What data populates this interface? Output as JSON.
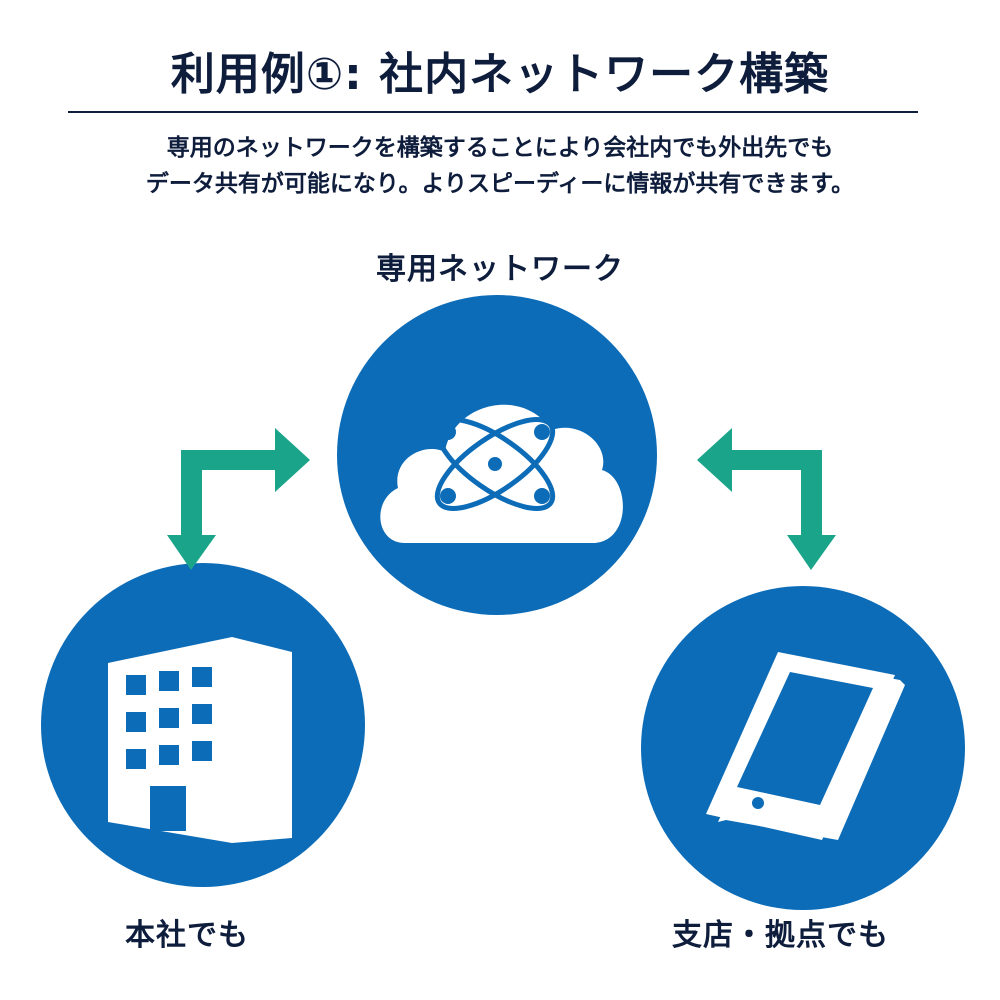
{
  "header": {
    "title": "利用例①: 社内ネットワーク構築",
    "description_line1": "専用のネットワークを構築することにより会社内でも外出先でも",
    "description_line2": "データ共有が可能になり。よりスピーディーに情報が共有できます。"
  },
  "nodes": {
    "network": {
      "label": "専用ネットワーク",
      "icon": "cloud-network-icon"
    },
    "head_office": {
      "label": "本社でも",
      "icon": "office-building-icon"
    },
    "branch": {
      "label": "支店・拠点でも",
      "icon": "smartphone-icon"
    }
  },
  "colors": {
    "circle": "#0c6cb7",
    "arrow": "#1aa58a",
    "text": "#0f1d3c"
  }
}
